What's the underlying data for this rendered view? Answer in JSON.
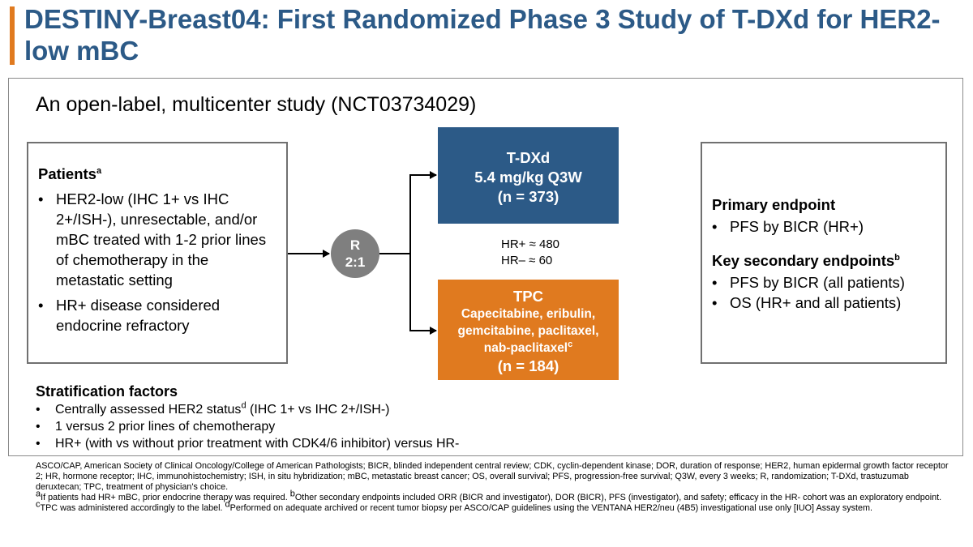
{
  "title": "DESTINY-Breast04: First Randomized Phase 3 Study of T-DXd for HER2-low mBC",
  "subtitle": "An open-label, multicenter study (NCT03734029)",
  "patients": {
    "heading": "Patients",
    "heading_sup": "a",
    "bullets": [
      "HER2-low (IHC 1+ vs IHC 2+/ISH-), unresectable, and/or mBC treated with 1-2 prior lines of chemotherapy in the metastatic setting",
      "HR+ disease considered endocrine refractory"
    ]
  },
  "randomization": {
    "line1": "R",
    "line2": "2:1"
  },
  "arms": {
    "tdxd": {
      "name": "T-DXd",
      "dose": "5.4 mg/kg Q3W",
      "n": "(n = 373)"
    },
    "tpc": {
      "name": "TPC",
      "drugs_line1": "Capecitabine, eribulin,",
      "drugs_line2": "gemcitabine, paclitaxel,",
      "drugs_line3": "nab-paclitaxel",
      "drugs_sup": "c",
      "n": "(n = 184)"
    }
  },
  "hr_counts": {
    "hr_pos": "HR+ ≈ 480",
    "hr_neg": "HR– ≈ 60"
  },
  "endpoints": {
    "primary_heading": "Primary endpoint",
    "primary_items": [
      "PFS by BICR (HR+)"
    ],
    "secondary_heading": "Key secondary endpoints",
    "secondary_sup": "b",
    "secondary_items": [
      "PFS by BICR (all patients)",
      "OS (HR+ and all patients)"
    ]
  },
  "stratification": {
    "heading": "Stratification factors",
    "item1_pre": "Centrally assessed HER2 status",
    "item1_sup": "d",
    "item1_post": " (IHC 1+ vs IHC 2+/ISH-)",
    "item2": "1 versus 2 prior lines of chemotherapy",
    "item3": "HR+ (with vs without prior treatment with CDK4/6 inhibitor) versus HR-"
  },
  "footnotes": {
    "abbreviations": "ASCO/CAP, American Society of Clinical Oncology/College of American Pathologists; BICR, blinded independent central review; CDK, cyclin-dependent kinase; DOR, duration of response; HER2, human epidermal growth factor receptor 2; HR, hormone receptor; IHC, immunohistochemistry; ISH, in situ hybridization; mBC, metastatic breast cancer; OS, overall survival; PFS, progression-free survival; Q3W, every 3 weeks; R, randomization; T-DXd, trastuzumab deruxtecan; TPC, treatment of physician's choice.",
    "sup_a": "a",
    "note_a": "If patients had HR+ mBC, prior endocrine therapy was required. ",
    "sup_b": "b",
    "note_b": "Other secondary endpoints included ORR (BICR and investigator), DOR (BICR), PFS (investigator), and safety; efficacy in the HR- cohort was an exploratory endpoint. ",
    "sup_c": "c",
    "note_c": "TPC was administered accordingly to the label. ",
    "sup_d": "d",
    "note_d": "Performed on adequate archived or recent tumor biopsy per ASCO/CAP guidelines using the VENTANA HER2/neu (4B5) investigational use only [IUO] Assay system."
  },
  "colors": {
    "title": "#2c5a87",
    "accent_bar": "#e07a1f",
    "tdxd_arm": "#2c5a87",
    "tpc_arm": "#e07a1f",
    "randomization": "#7f7f7f"
  }
}
